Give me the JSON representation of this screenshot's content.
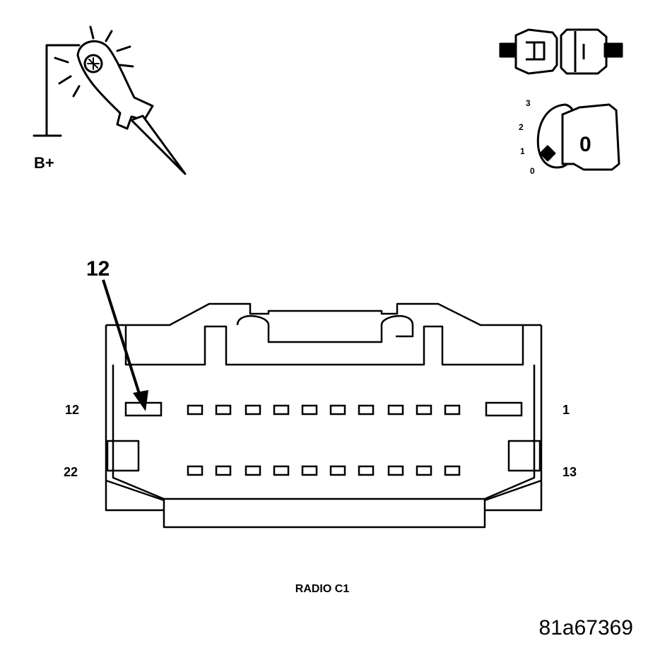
{
  "probe": {
    "label": "B+"
  },
  "ignition": {
    "positions": [
      "3",
      "2",
      "1",
      "0"
    ],
    "key_label": "0"
  },
  "connector": {
    "callout": "12",
    "pin_labels": {
      "top_left": "12",
      "top_right": "1",
      "bottom_left": "22",
      "bottom_right": "13"
    },
    "name": "RADIO C1"
  },
  "figure_id": "81a67369"
}
